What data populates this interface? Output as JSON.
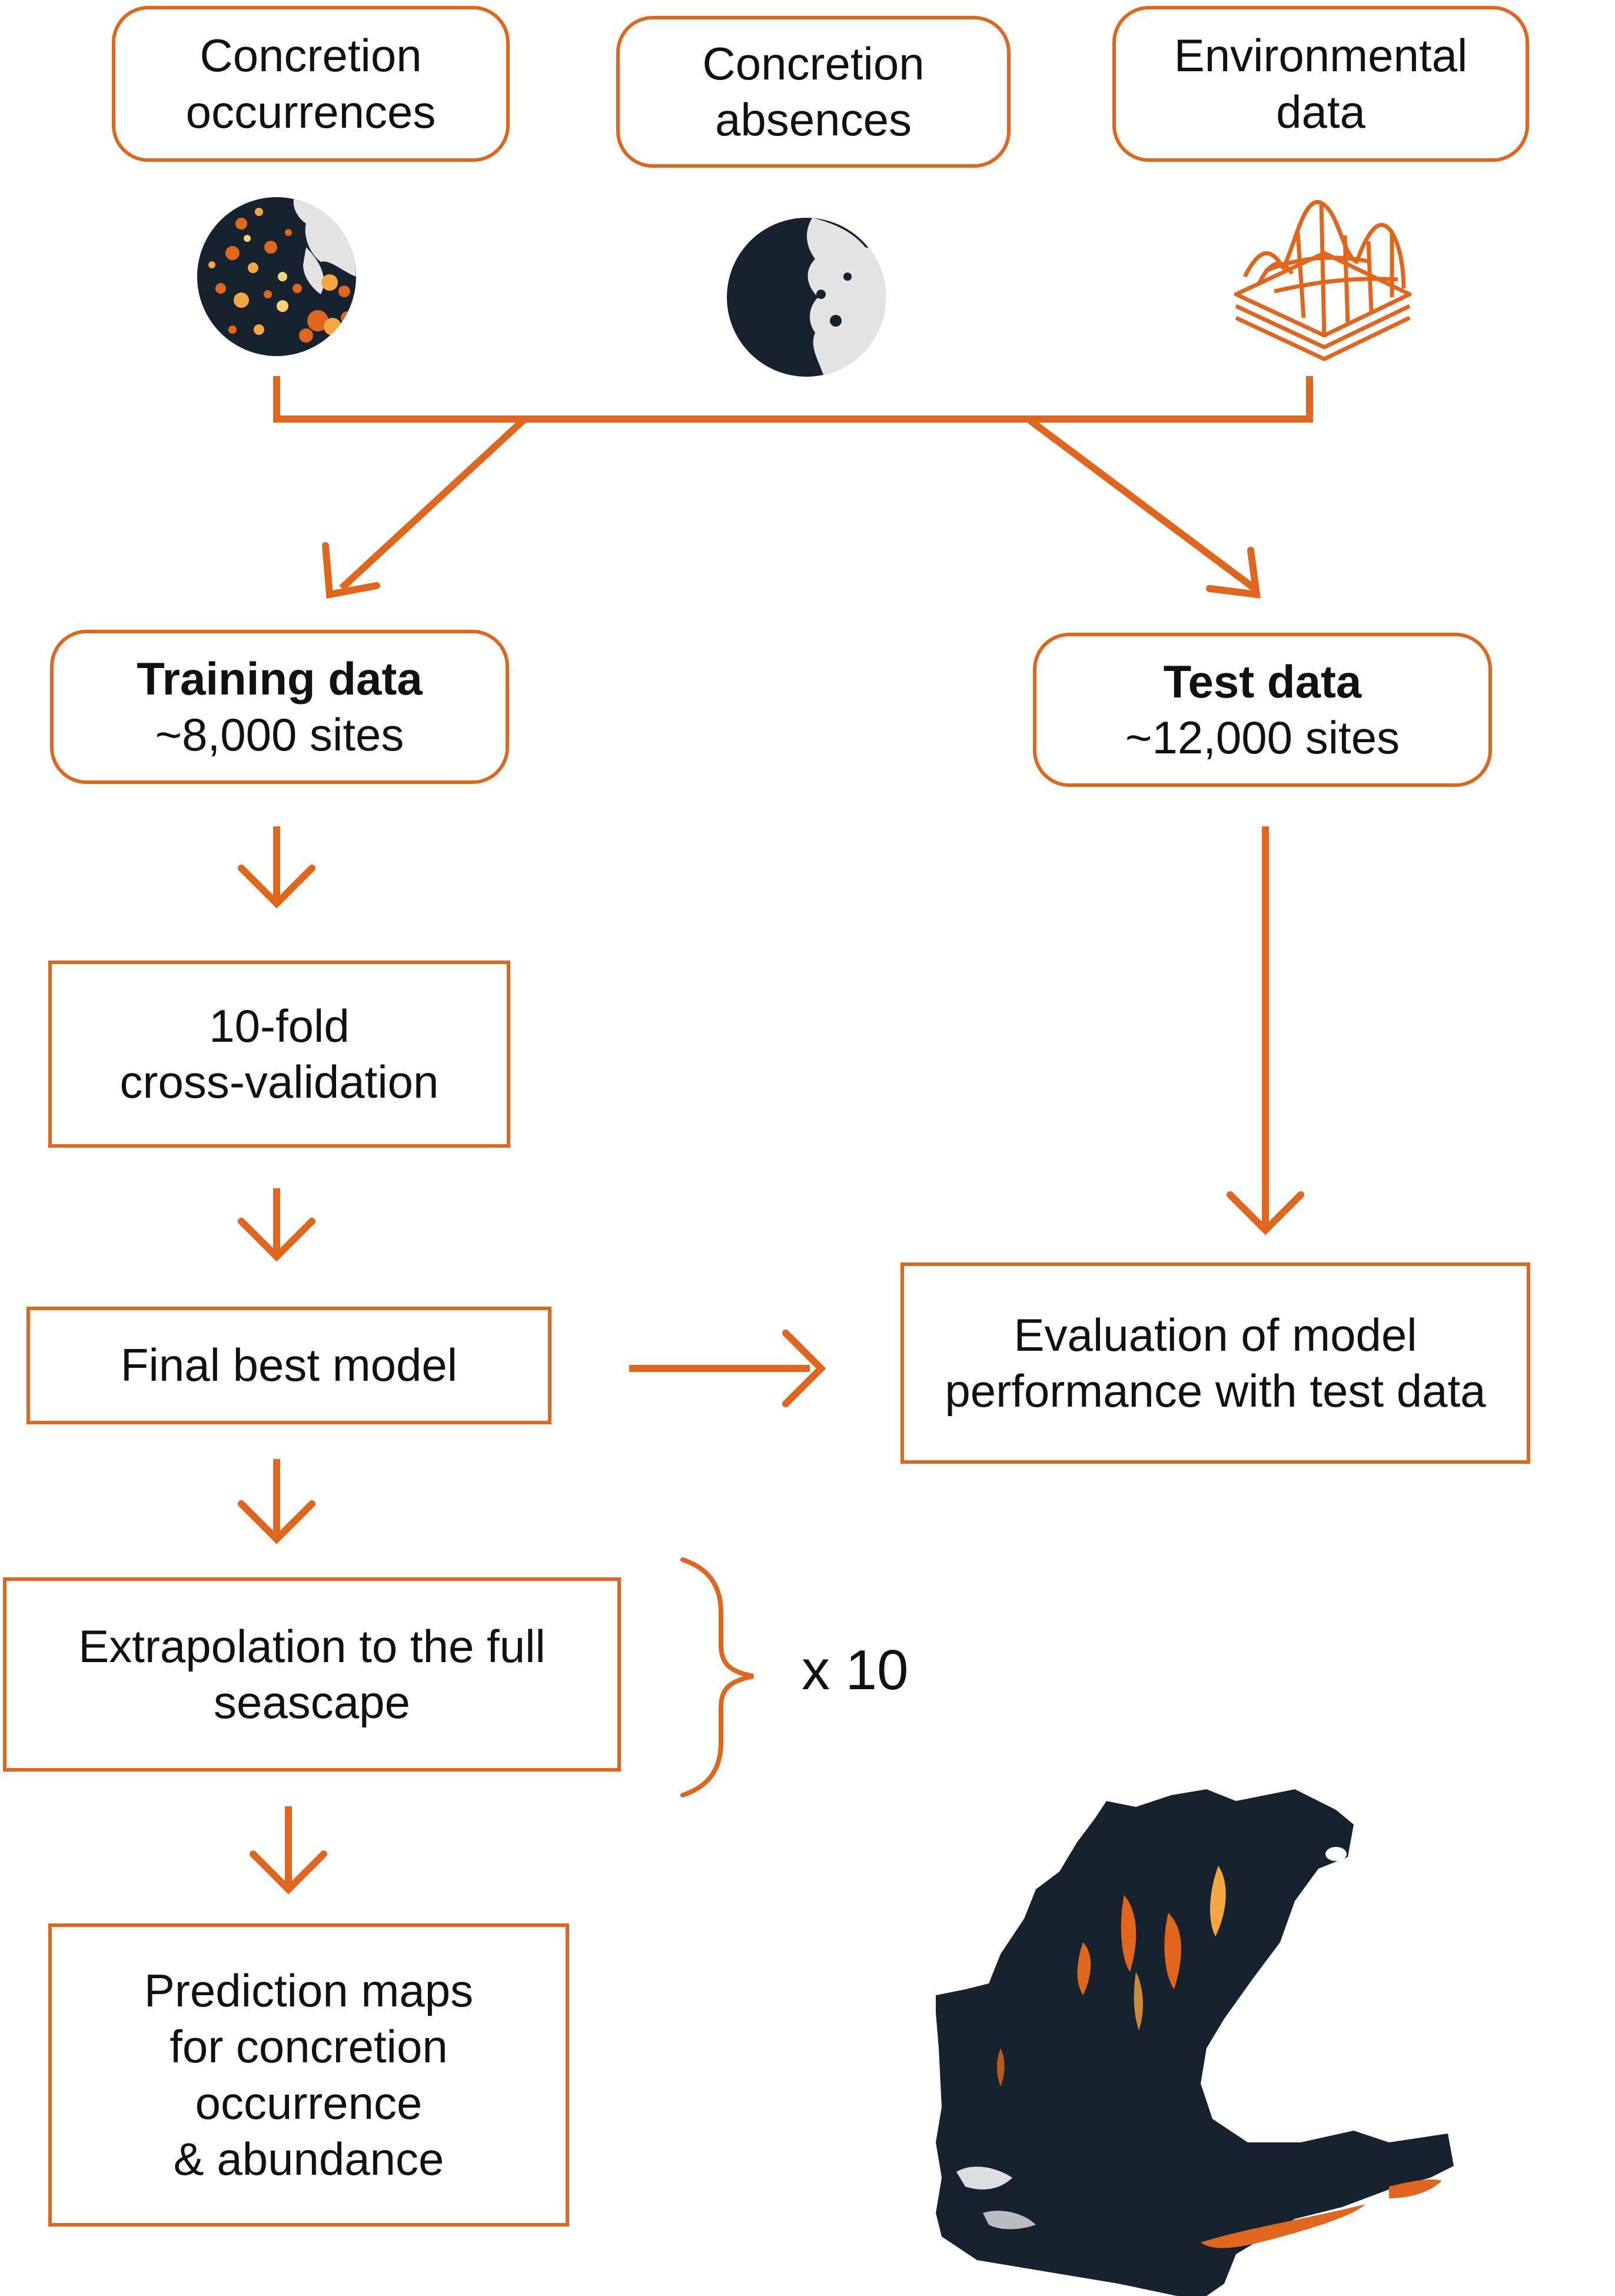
{
  "inputs": {
    "occurrences": {
      "line1": "Concretion",
      "line2": "occurrences"
    },
    "absences": {
      "line1": "Concretion",
      "line2": "absences"
    },
    "environmental": {
      "line1": "Environmental",
      "line2": "data"
    }
  },
  "training": {
    "title": "Training data",
    "count": "~8,000 sites"
  },
  "test": {
    "title": "Test data",
    "count": "~12,000 sites"
  },
  "cross_validation": {
    "line1": "10-fold",
    "line2": "cross-validation"
  },
  "final_model": {
    "label": "Final best model"
  },
  "evaluation": {
    "line1": "Evaluation of model",
    "line2": "performance with test data"
  },
  "extrapolation": {
    "line1": "Extrapolation to the full",
    "line2": "seascape"
  },
  "repeat": {
    "label": "x 10"
  },
  "prediction": {
    "line1": "Prediction maps",
    "line2": "for concretion",
    "line3": "occurrence",
    "line4": "& abundance"
  },
  "colors": {
    "accent": "#e0661e",
    "dark": "#16222e",
    "light": "#e3e3e3",
    "highlight": "#f4a640"
  },
  "icons": [
    "occurrence-map-icon",
    "absence-map-icon",
    "environmental-layers-icon",
    "seascape-prediction-map"
  ]
}
